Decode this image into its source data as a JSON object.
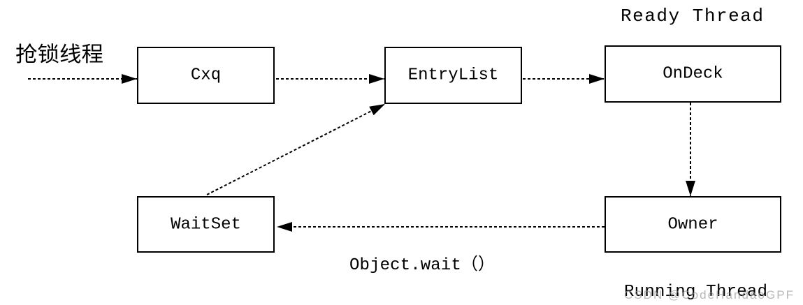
{
  "labels": {
    "lock_thread": "抢锁线程",
    "ready_thread": "Ready Thread",
    "running_thread": "Running Thread",
    "object_wait": "Object.wait（）"
  },
  "nodes": {
    "cxq": "Cxq",
    "entry_list": "EntryList",
    "on_deck": "OnDeck",
    "owner": "Owner",
    "wait_set": "WaitSet"
  },
  "watermark": "CSDN @CodeHandaoGPF",
  "colors": {
    "background": "#ffffff",
    "stroke": "#000000",
    "text": "#000000",
    "watermark": "#9a9a9a"
  }
}
